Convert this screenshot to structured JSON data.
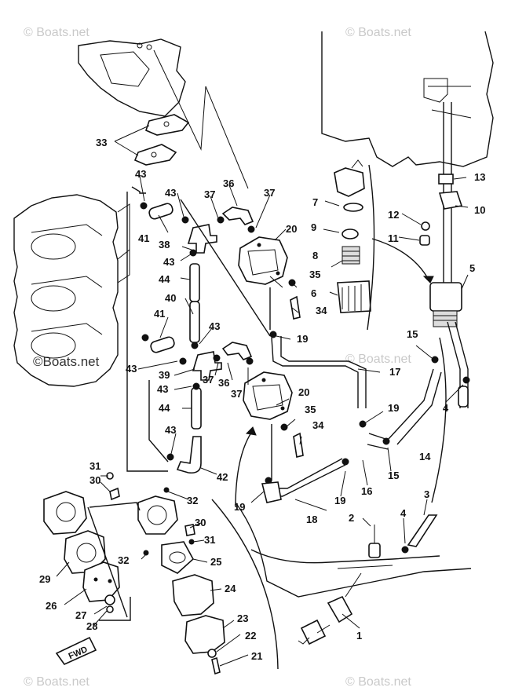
{
  "watermarks": {
    "top_left": "© Boats.net",
    "top_right": "© Boats.net",
    "mid_left": "©Boats.net",
    "mid_right": "© Boats.net",
    "bottom_left": "© Boats.net",
    "bottom_right": "© Boats.net"
  },
  "fwd_label": "FWD",
  "callouts": {
    "c1": "1",
    "c2": "2",
    "c3": "3",
    "c4a": "4",
    "c4b": "4",
    "c5": "5",
    "c6": "6",
    "c7": "7",
    "c8": "8",
    "c9": "9",
    "c10": "10",
    "c11": "11",
    "c12": "12",
    "c13": "13",
    "c14": "14",
    "c15a": "15",
    "c15b": "15",
    "c16": "16",
    "c17": "17",
    "c18": "18",
    "c19a": "19",
    "c19b": "19",
    "c19c": "19",
    "c19d": "19",
    "c20a": "20",
    "c20b": "20",
    "c21": "21",
    "c22": "22",
    "c23": "23",
    "c24": "24",
    "c25": "25",
    "c26": "26",
    "c27": "27",
    "c28": "28",
    "c29": "29",
    "c30a": "30",
    "c30b": "30",
    "c31a": "31",
    "c31b": "31",
    "c32a": "32",
    "c32b": "32",
    "c33": "33",
    "c34a": "34",
    "c34b": "34",
    "c35a": "35",
    "c35b": "35",
    "c36a": "36",
    "c36b": "36",
    "c37a": "37",
    "c37b": "37",
    "c37c": "37",
    "c37d": "37",
    "c38": "38",
    "c39": "39",
    "c40": "40",
    "c41a": "41",
    "c41b": "41",
    "c42": "42",
    "c43a": "43",
    "c43b": "43",
    "c43c": "43",
    "c43d": "43",
    "c43e": "43",
    "c43f": "43",
    "c43g": "43",
    "c44a": "44",
    "c44b": "44"
  }
}
